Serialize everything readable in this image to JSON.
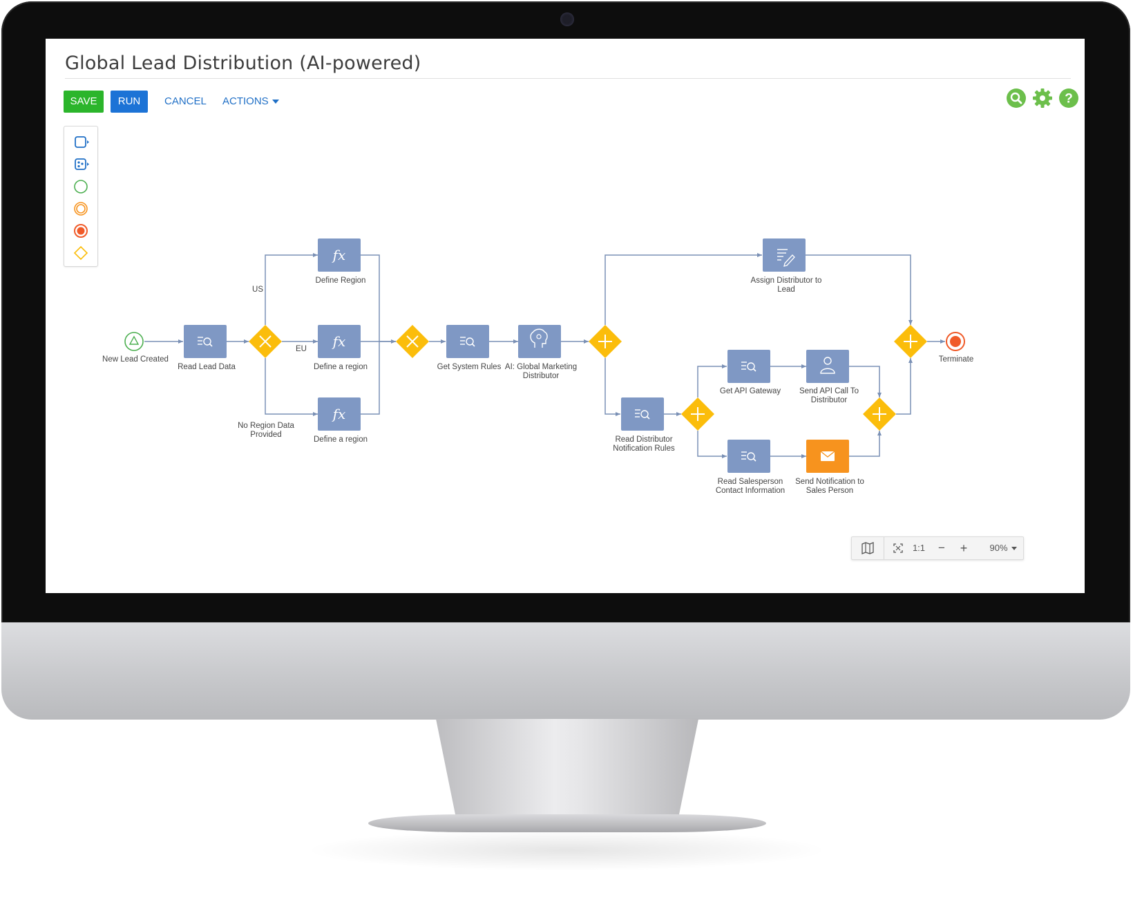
{
  "page": {
    "title": "Global Lead Distribution (AI-powered)"
  },
  "toolbar": {
    "save_label": "SAVE",
    "run_label": "RUN",
    "cancel_label": "CANCEL",
    "actions_label": "ACTIONS"
  },
  "top_icons": [
    "search-icon",
    "gear-icon",
    "help-icon"
  ],
  "palette": [
    "task-shape-icon",
    "subprocess-shape-icon",
    "start-event-icon",
    "intermediate-event-icon",
    "end-event-icon",
    "gateway-icon"
  ],
  "flow": {
    "start": "New Lead Created",
    "read_lead_data": "Read Lead Data",
    "branch_us": "US",
    "branch_eu": "EU",
    "branch_none": "No Region Data\nProvided",
    "define_region_1": "Define Region",
    "define_region_2": "Define a region",
    "define_region_3": "Define a region",
    "get_system_rules": "Get System Rules",
    "ai_distributor": "AI: Global Marketing\nDistributor",
    "assign_distributor": "Assign Distributor to\nLead",
    "read_distributor_rules": "Read Distributor\nNotification Rules",
    "get_api_gateway": "Get API Gateway",
    "send_api_call": "Send API Call To\nDistributor",
    "read_salesperson": "Read Salesperson\nContact Information",
    "send_notification": "Send Notification to\nSales Person",
    "terminate": "Terminate"
  },
  "zoom": {
    "fit_label": "1:1",
    "minus_label": "−",
    "plus_label": "+",
    "level_label": "90%"
  },
  "colors": {
    "task": "#7f98c4",
    "gateway": "#fbbd0b",
    "notify_task": "#f7931e",
    "start": "#4caf50",
    "end": "#f05a28",
    "save": "#2bb52b",
    "run": "#1c73d6",
    "link": "#1f6fc6",
    "toolbar_icons": "#6cbf4b",
    "connector": "#7a90b5"
  }
}
